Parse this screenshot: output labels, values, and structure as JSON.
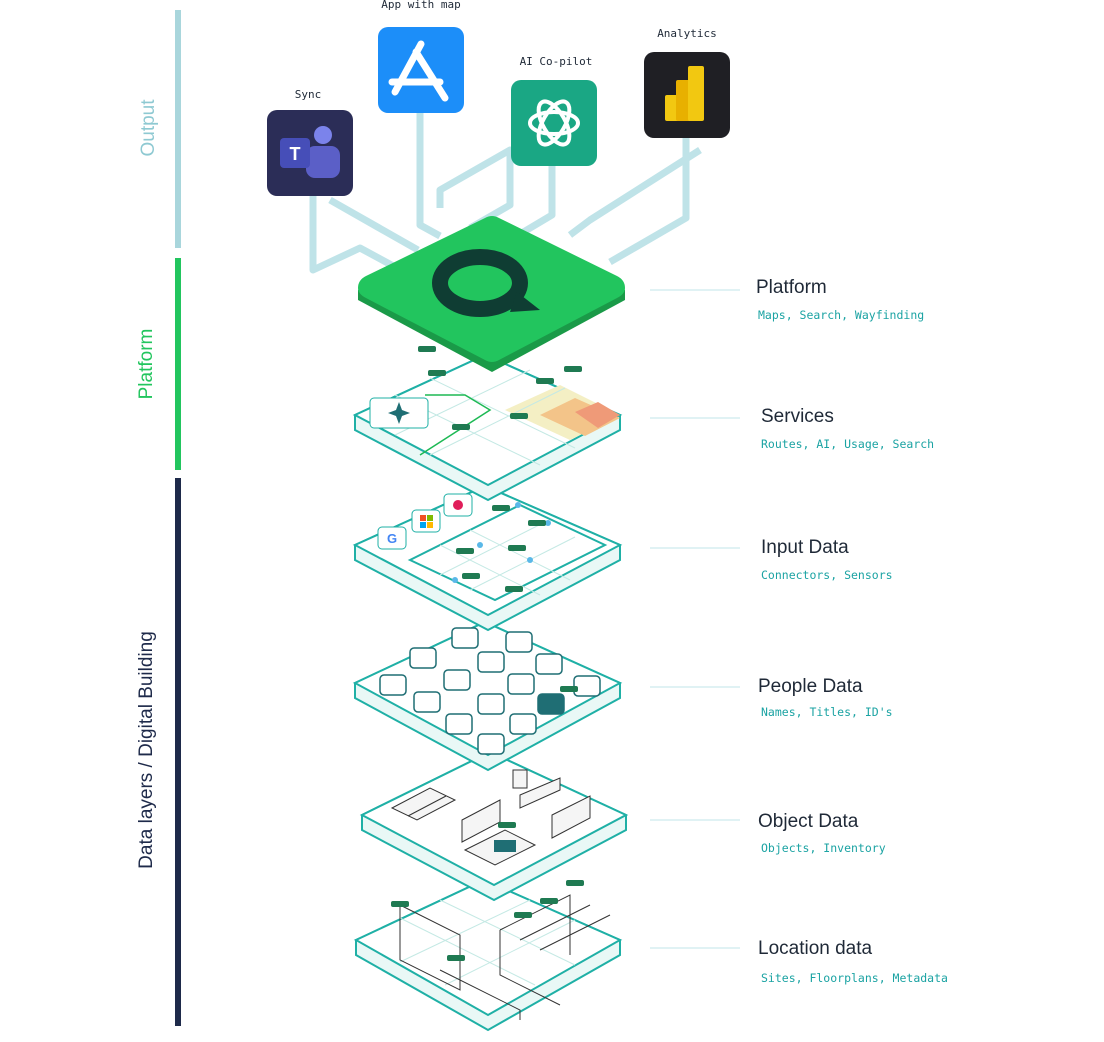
{
  "side_labels": {
    "output": "Output",
    "platform": "Platform",
    "data_layers": "Data layers / Digital Building"
  },
  "apps": [
    {
      "id": "sync",
      "label": "Sync",
      "icon": "teams-icon"
    },
    {
      "id": "app",
      "label": "App with map",
      "icon": "app-store-icon"
    },
    {
      "id": "copilot",
      "label": "AI Co-pilot",
      "icon": "openai-icon"
    },
    {
      "id": "analytics",
      "label": "Analytics",
      "icon": "power-bi-icon"
    }
  ],
  "layers": [
    {
      "id": "platform",
      "title": "Platform",
      "subtitle": "Maps, Search, Wayfinding"
    },
    {
      "id": "services",
      "title": "Services",
      "subtitle": "Routes, AI, Usage, Search"
    },
    {
      "id": "input",
      "title": "Input Data",
      "subtitle": "Connectors, Sensors"
    },
    {
      "id": "people",
      "title": "People Data",
      "subtitle": "Names, Titles, ID's"
    },
    {
      "id": "object",
      "title": "Object Data",
      "subtitle": "Objects, Inventory"
    },
    {
      "id": "location",
      "title": "Location data",
      "subtitle": "Sites, Floorplans, Metadata"
    }
  ],
  "colors": {
    "output_bar": "#a9d6dc",
    "platform_bar": "#22c55e",
    "data_bar": "#1e2a4a",
    "platform_tile": "#22c55e",
    "accent_teal": "#1fb0a6"
  }
}
